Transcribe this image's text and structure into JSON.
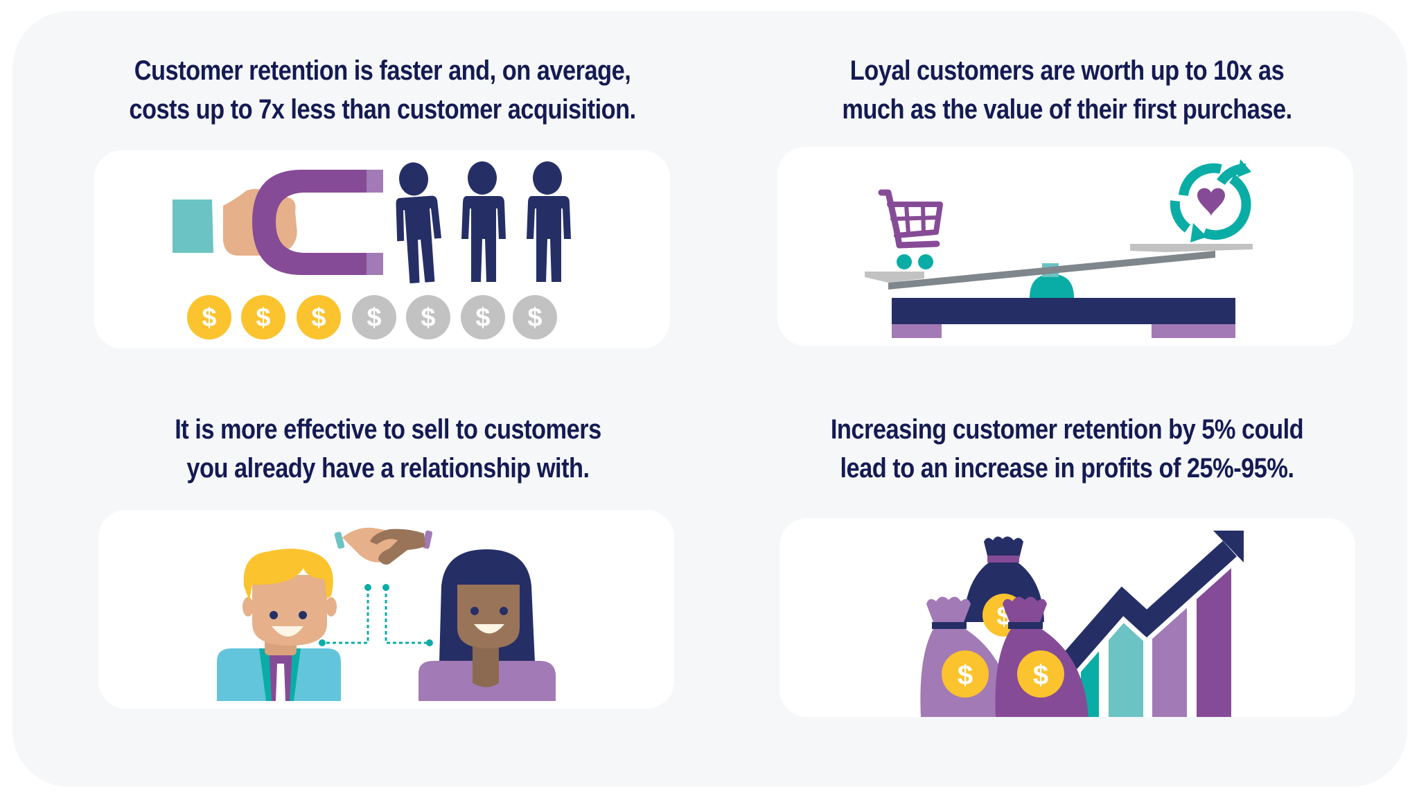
{
  "colors": {
    "background": "#f5f7f9",
    "card": "#ffffff",
    "headline_text": "#141a52",
    "navy": "#252f66",
    "purple": "#864b96",
    "light_purple": "#a27ab5",
    "teal": "#0aada5",
    "light_teal": "#6bc3c3",
    "gold": "#fbc32d",
    "gray_coin": "#c2c2c2",
    "skin_light": "#e5b08a",
    "skin_dark": "#9a7459"
  },
  "facts": [
    {
      "id": "retention-cost",
      "lines": [
        "Customer retention is faster and, on average,",
        "costs up to 7x less than customer acquisition."
      ],
      "illustration": "magnet-attracting-customers",
      "icons": [
        "hand-icon",
        "magnet-icon",
        "person-icon",
        "person-icon",
        "person-icon"
      ],
      "coins": {
        "gold": 3,
        "gray": 4,
        "symbol": "$"
      }
    },
    {
      "id": "loyal-value",
      "lines": [
        "Loyal customers are worth up to 10x as",
        "much as the value of their first purchase."
      ],
      "illustration": "scale-cart-vs-loyalty",
      "icons": [
        "shopping-cart-icon",
        "heart-cycle-icon",
        "balance-scale-icon"
      ]
    },
    {
      "id": "existing-relationship",
      "lines": [
        "It is more effective to sell to customers",
        "you already have a relationship with."
      ],
      "illustration": "handshake-between-people",
      "icons": [
        "man-avatar-icon",
        "handshake-icon",
        "woman-avatar-icon"
      ]
    },
    {
      "id": "profit-increase",
      "lines": [
        "Increasing customer retention by 5% could",
        "lead to an increase in profits of 25%-95%."
      ],
      "illustration": "money-bags-growth-chart",
      "icons": [
        "money-bag-icon",
        "money-bag-icon",
        "money-bag-icon",
        "growth-arrow-icon",
        "bar-chart-icon"
      ],
      "coin_symbol": "$"
    }
  ]
}
